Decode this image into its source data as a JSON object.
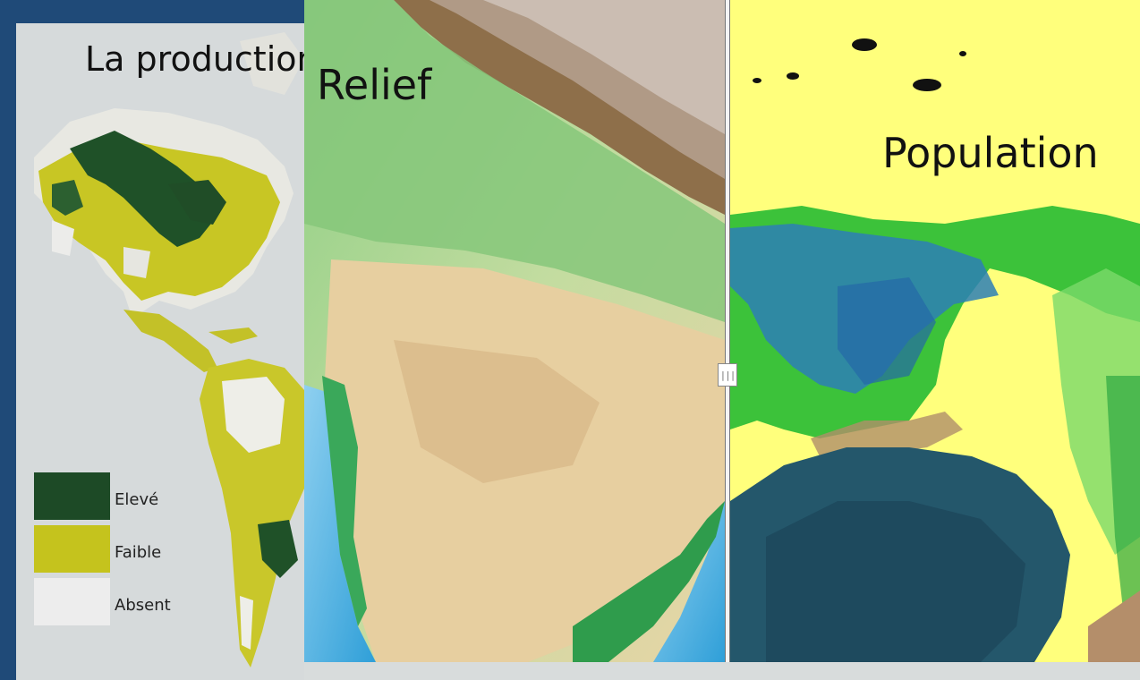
{
  "slide": {
    "title": "La production"
  },
  "americas_map": {
    "legend": [
      {
        "label": "Elevé",
        "color": "#1d4a26"
      },
      {
        "label": "Faible",
        "color": "#c5c31d"
      },
      {
        "label": "Absent",
        "color": "#ededed"
      }
    ]
  },
  "relief_panel": {
    "label": "Relief"
  },
  "population_panel": {
    "label": "Population"
  },
  "swipe": {
    "handle_icon": "grip-lines-icon",
    "handle_glyph": "|||"
  }
}
